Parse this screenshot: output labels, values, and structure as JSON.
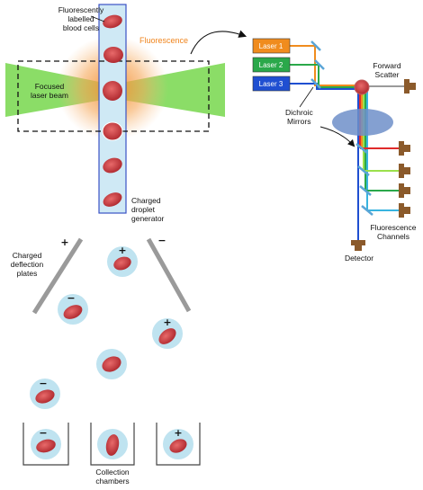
{
  "labels": {
    "cells": [
      "Fluorescently",
      "labelled",
      "blood cells"
    ],
    "fluorescence": "Fluorescence",
    "beam": [
      "Focused",
      "laser beam"
    ],
    "generator": [
      "Charged",
      "droplet",
      "generator"
    ],
    "plates": [
      "Charged",
      "deflection",
      "plates"
    ],
    "chambers": [
      "Collection",
      "chambers"
    ],
    "forward": [
      "Forward",
      "Scatter"
    ],
    "dichroic": [
      "Dichroic",
      "Mirrors"
    ],
    "channels": [
      "Fluorescence",
      "Channels"
    ],
    "detector": "Detector"
  },
  "lasers": [
    {
      "label": "Laser 1",
      "color": "#f08c1e"
    },
    {
      "label": "Laser 2",
      "color": "#2aa84a"
    },
    {
      "label": "Laser 3",
      "color": "#1f4fd1"
    }
  ],
  "signs": {
    "plate_left": "+",
    "plate_right": "−",
    "droplet_top": "+",
    "droplet_left": "−",
    "droplet_right": "+",
    "droplet_lower_left": "−",
    "chamber_left": "−",
    "chamber_right": "+"
  },
  "colors": {
    "cell": "#c8383c",
    "droplet": "#bfe3f0",
    "beam": "#7ed957",
    "glow": "#f5a04a",
    "stream": "#cfe9f5",
    "scatter": "#e0413d",
    "channel_red": "#e02a2a",
    "channel_lightgreen": "#9be04c",
    "channel_green": "#2aa84a",
    "channel_cyan": "#38b4e0",
    "detector_line": "#1f4fd1"
  }
}
